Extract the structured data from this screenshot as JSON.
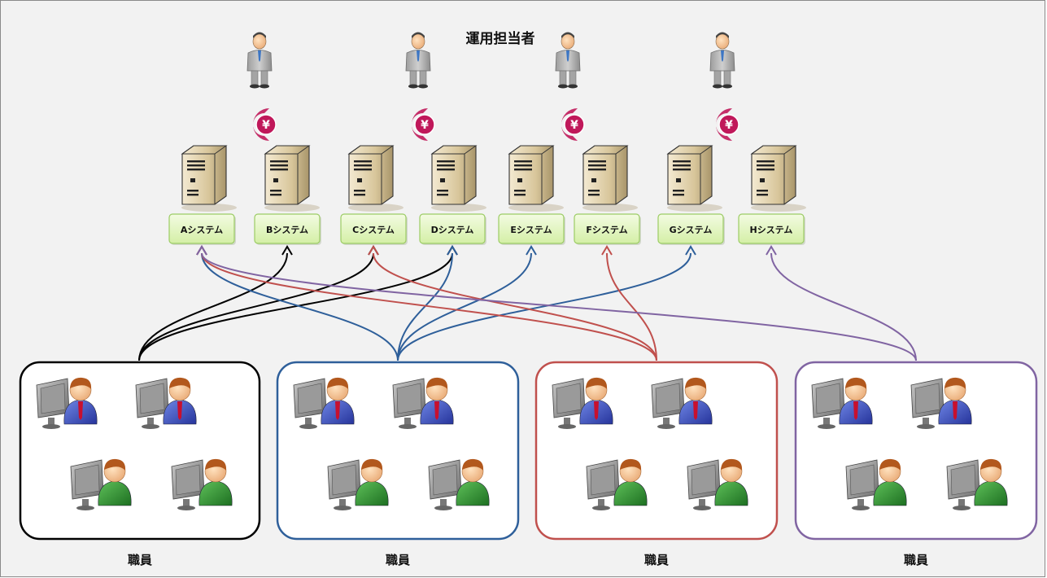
{
  "title": "運用担当者",
  "staff_label": "職員",
  "systems": [
    {
      "id": "A",
      "label": "Aシステム"
    },
    {
      "id": "B",
      "label": "Bシステム"
    },
    {
      "id": "C",
      "label": "Cシステム"
    },
    {
      "id": "D",
      "label": "Dシステム"
    },
    {
      "id": "E",
      "label": "Eシステム"
    },
    {
      "id": "F",
      "label": "Fシステム"
    },
    {
      "id": "G",
      "label": "Gシステム"
    },
    {
      "id": "H",
      "label": "Hシステム"
    }
  ],
  "groups": [
    {
      "id": "black",
      "color": "#000000",
      "label": "職員",
      "targets": [
        "B",
        "C",
        "D"
      ]
    },
    {
      "id": "blue",
      "color": "#2e5f9a",
      "label": "職員",
      "targets": [
        "A",
        "D",
        "E",
        "G"
      ]
    },
    {
      "id": "red",
      "color": "#c0504d",
      "label": "職員",
      "targets": [
        "A",
        "C",
        "F"
      ]
    },
    {
      "id": "purple",
      "color": "#8064a2",
      "label": "職員",
      "targets": [
        "A",
        "H"
      ]
    }
  ],
  "operators_count": 4,
  "icons": [
    "operator-icon",
    "yen-cost-icon",
    "server-icon",
    "staff-pc-icon"
  ],
  "colors": {
    "background": "#f2f2f2",
    "system_label_fill": "#e3f4c2",
    "system_label_border": "#9ccc65",
    "yen_icon": "#c0185a"
  }
}
